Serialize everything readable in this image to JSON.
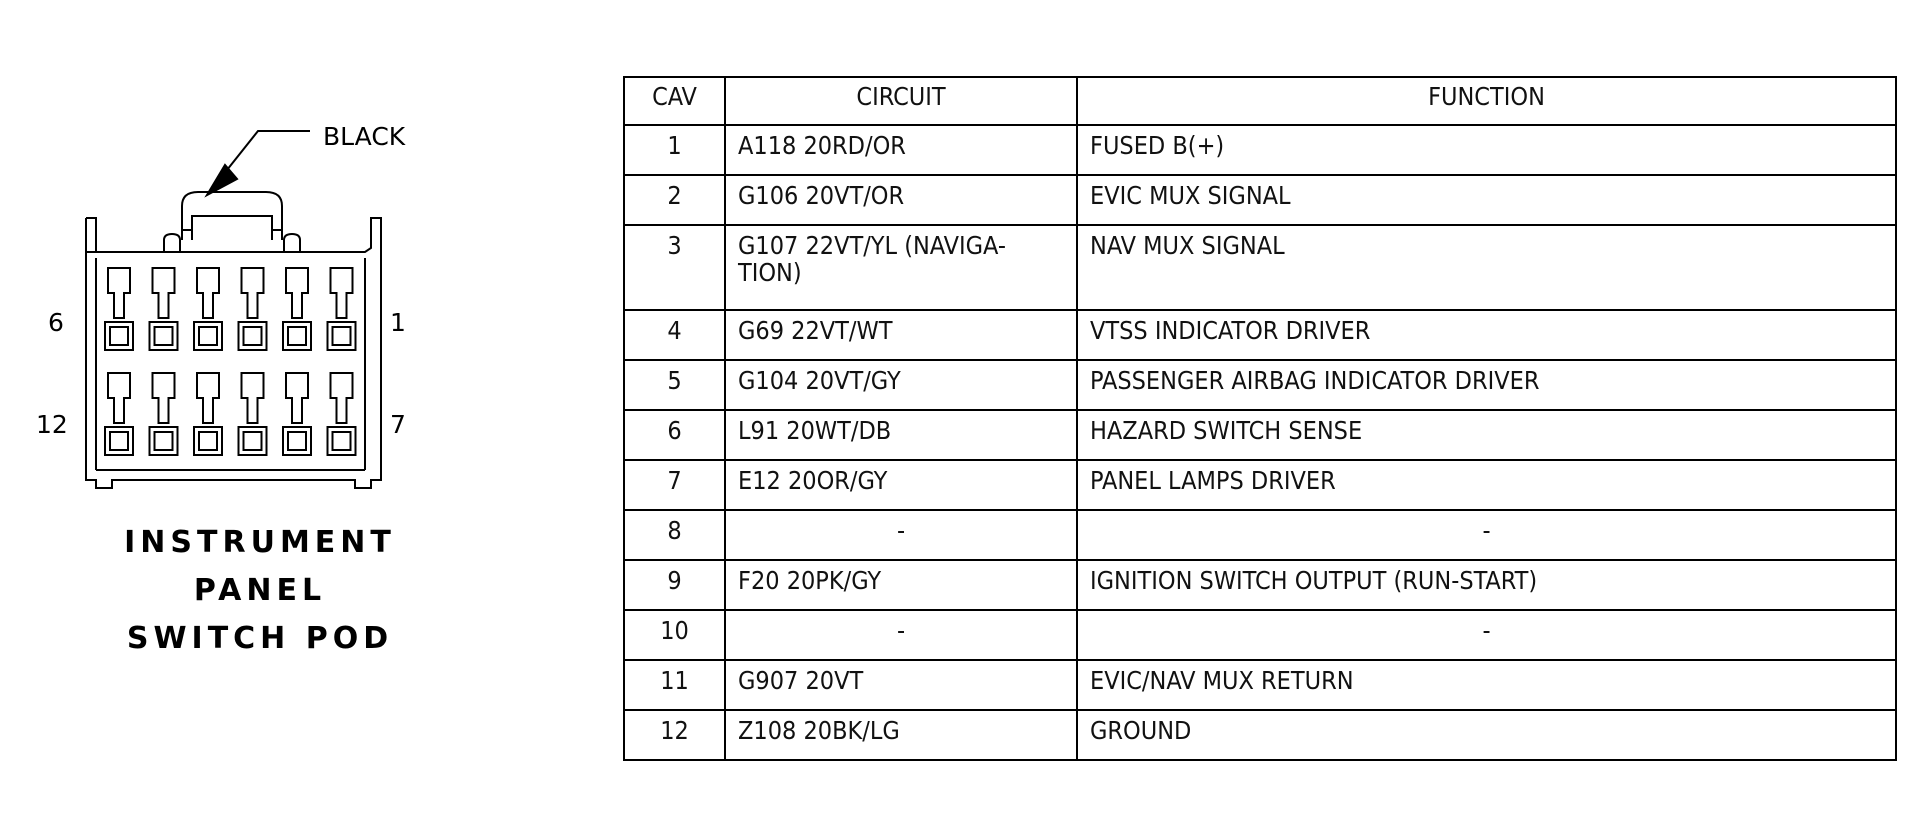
{
  "connector": {
    "color_label": "BLACK",
    "pin_labels": {
      "top_left": "6",
      "top_right": "1",
      "bottom_left": "12",
      "bottom_right": "7"
    },
    "caption_lines": [
      "INSTRUMENT",
      "PANEL",
      "SWITCH POD"
    ],
    "rows": 2,
    "cavities_per_row": 6
  },
  "table": {
    "headers": {
      "cav": "CAV",
      "circuit": "CIRCUIT",
      "function": "FUNCTION"
    },
    "rows": [
      {
        "cav": "1",
        "circuit": "A118 20RD/OR",
        "function": "FUSED B(+)"
      },
      {
        "cav": "2",
        "circuit": "G106 20VT/OR",
        "function": "EVIC MUX SIGNAL"
      },
      {
        "cav": "3",
        "circuit": "G107 22VT/YL (NAVIGA-\nTION)",
        "function": "NAV MUX SIGNAL"
      },
      {
        "cav": "4",
        "circuit": "G69 22VT/WT",
        "function": "VTSS INDICATOR DRIVER"
      },
      {
        "cav": "5",
        "circuit": "G104 20VT/GY",
        "function": "PASSENGER AIRBAG INDICATOR DRIVER"
      },
      {
        "cav": "6",
        "circuit": "L91 20WT/DB",
        "function": "HAZARD SWITCH SENSE"
      },
      {
        "cav": "7",
        "circuit": "E12 20OR/GY",
        "function": "PANEL LAMPS DRIVER"
      },
      {
        "cav": "8",
        "circuit": "-",
        "function": "-"
      },
      {
        "cav": "9",
        "circuit": "F20 20PK/GY",
        "function": "IGNITION SWITCH OUTPUT (RUN-START)"
      },
      {
        "cav": "10",
        "circuit": "-",
        "function": "-"
      },
      {
        "cav": "11",
        "circuit": "G907 20VT",
        "function": "EVIC/NAV MUX RETURN"
      },
      {
        "cav": "12",
        "circuit": "Z108 20BK/LG",
        "function": "GROUND"
      }
    ]
  }
}
